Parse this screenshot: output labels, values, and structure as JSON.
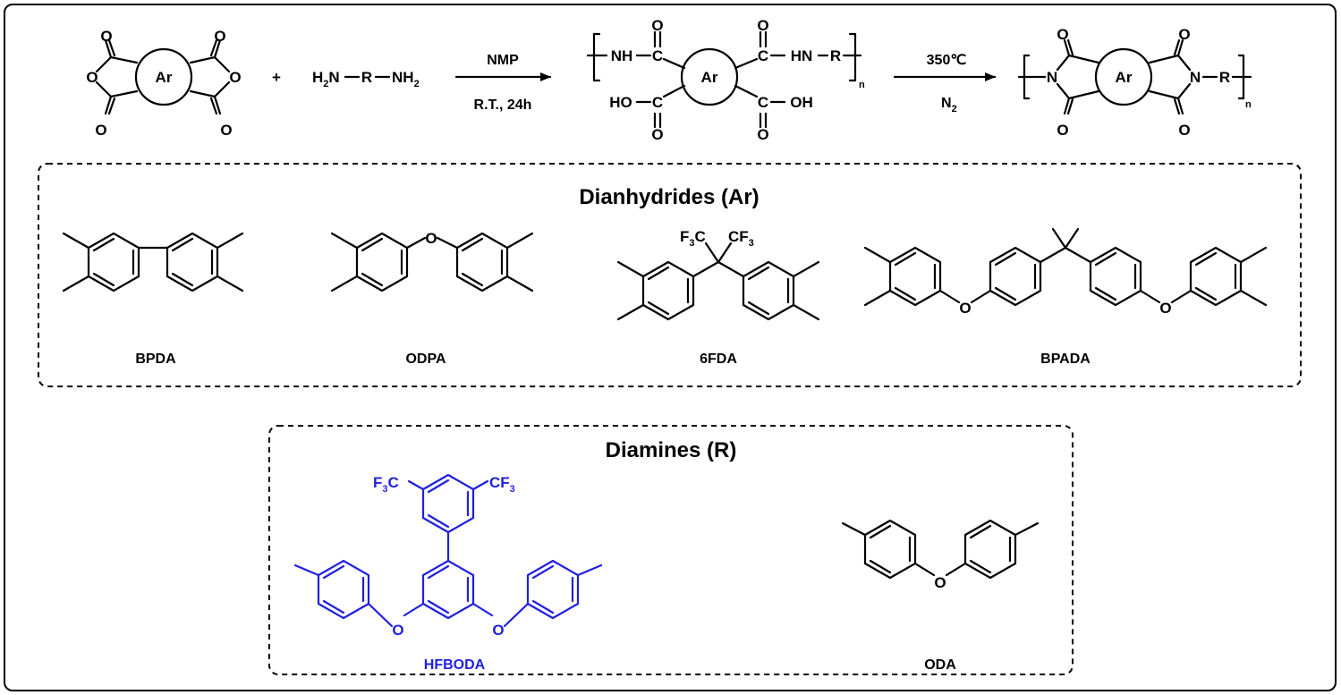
{
  "reaction": {
    "ar_label": "Ar",
    "plus": "+",
    "diamine_monomer": {
      "h2n": "H",
      "h2n_sub": "2",
      "h2n_n": "N",
      "r": "R",
      "nh2": "NH",
      "nh2_sub": "2"
    },
    "step1": {
      "above": "NMP",
      "below": "R.T., 24h"
    },
    "paa": {
      "nh": "NH",
      "c": "C",
      "hn": "HN",
      "r": "R",
      "ho": "HO",
      "oh": "OH",
      "o": "O",
      "n": "n"
    },
    "step2": {
      "above": "350℃",
      "below_main": "N",
      "below_sub": "2"
    },
    "pi": {
      "n": "N",
      "r": "R",
      "o": "O",
      "index": "n"
    },
    "anhydride_o": "O"
  },
  "dianhydrides": {
    "title": "Dianhydrides (Ar)",
    "items": [
      {
        "name": "BPDA"
      },
      {
        "name": "ODPA",
        "bridge": "O"
      },
      {
        "name": "6FDA",
        "left_group": "F",
        "left_sub": "3",
        "left_c": "C",
        "right_group": "CF",
        "right_sub": "3"
      },
      {
        "name": "BPADA",
        "bridge": "O"
      }
    ]
  },
  "diamines": {
    "title": "Diamines (R)",
    "items": [
      {
        "name": "HFBODA",
        "left_group": "F",
        "left_sub": "3",
        "left_c": "C",
        "right_group": "CF",
        "right_sub": "3",
        "bridge": "O"
      },
      {
        "name": "ODA",
        "bridge": "O"
      }
    ]
  },
  "colors": {
    "highlight": "#1f1fe0",
    "line": "#000000",
    "frame": "#000000"
  }
}
